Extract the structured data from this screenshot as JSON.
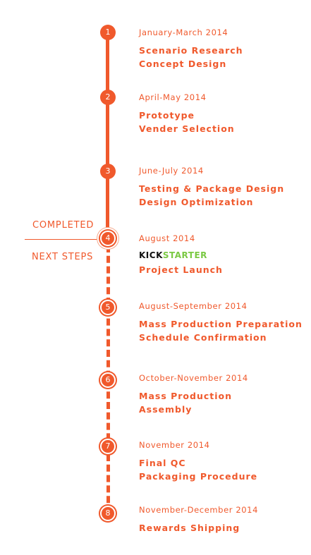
{
  "labels": {
    "completed": "COMPLETED",
    "next_steps": "NEXT STEPS"
  },
  "steps": [
    {
      "num": "1",
      "date": "January-March 2014",
      "tasks": [
        "Scenario Research",
        "Concept Design"
      ]
    },
    {
      "num": "2",
      "date": "April-May 2014",
      "tasks": [
        "Prototype",
        "Vender Selection"
      ]
    },
    {
      "num": "3",
      "date": "June-July 2014",
      "tasks": [
        "Testing & Package Design",
        "Design Optimization"
      ]
    },
    {
      "num": "4",
      "date": "August 2014",
      "kickstarter": [
        "KICK",
        "STARTER"
      ],
      "tasks": [
        "Project Launch"
      ]
    },
    {
      "num": "5",
      "date": "August-September 2014",
      "tasks": [
        "Mass Production Preparation",
        "Schedule Confirmation"
      ]
    },
    {
      "num": "6",
      "date": "October-November 2014",
      "tasks": [
        "Mass Production",
        "Assembly"
      ]
    },
    {
      "num": "7",
      "date": "November 2014",
      "tasks": [
        "Final QC",
        "Packaging Procedure"
      ]
    },
    {
      "num": "8",
      "date": "November-December 2014",
      "tasks": [
        "Rewards Shipping"
      ]
    }
  ],
  "colors": {
    "accent": "#f0592c",
    "kickstarter_green": "#7ac943"
  }
}
